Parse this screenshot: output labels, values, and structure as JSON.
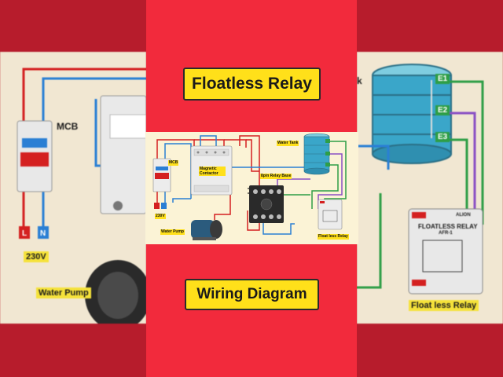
{
  "title": "Floatless Relay",
  "subtitle": "Wiring Diagram",
  "labels": {
    "mcb": "MCB",
    "magnetic_contactor": "Magnetic Contactor",
    "water_tank": "Water Tank",
    "relay_base": "8pin Relay Base",
    "water_pump": "Water Pump",
    "floatless_relay": "Float less Relay",
    "voltage": "230V",
    "phase": "L",
    "neutral": "N",
    "e1": "E1",
    "e2": "E2",
    "e3": "E3",
    "relay_brand": "ALION",
    "relay_name": "FLOATLESS RELAY",
    "relay_model": "AFR-1"
  },
  "colors": {
    "background": "#b71c2c",
    "center_panel": "#f22a3c",
    "title_fill": "#ffe01a",
    "diagram_bg": "#fbf3d6",
    "wire_red": "#d42020",
    "wire_blue": "#2a7fd4",
    "wire_green": "#2e9e46",
    "wire_purple": "#8a4fc4",
    "wire_black": "#222222",
    "tank": "#3aa6c9"
  }
}
